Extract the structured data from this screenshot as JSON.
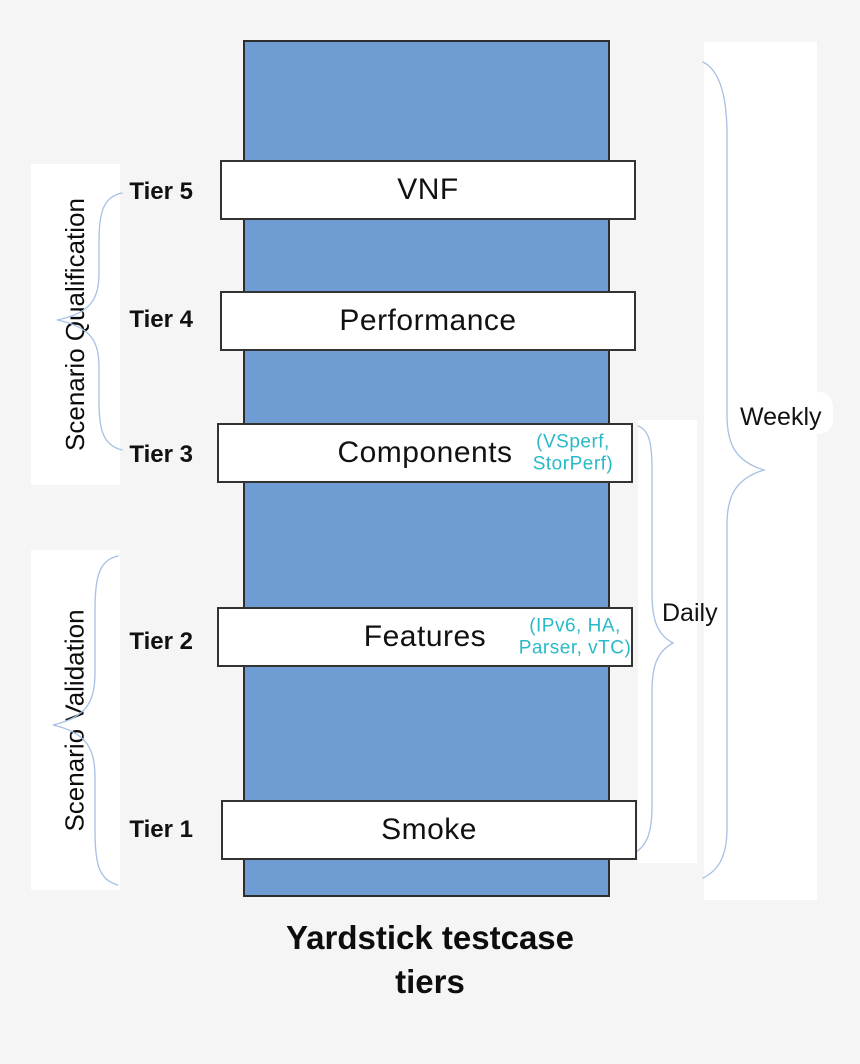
{
  "title": {
    "line1": "Yardstick testcase",
    "line2": "tiers"
  },
  "tiers": [
    {
      "tier": "Tier 5",
      "name": "VNF",
      "annotation": []
    },
    {
      "tier": "Tier 4",
      "name": "Performance",
      "annotation": []
    },
    {
      "tier": "Tier 3",
      "name": "Components",
      "annotation": [
        "(VSperf,",
        "StorPerf)"
      ]
    },
    {
      "tier": "Tier 2",
      "name": "Features",
      "annotation": [
        "(IPv6, HA,",
        "Parser, vTC)"
      ]
    },
    {
      "tier": "Tier 1",
      "name": "Smoke",
      "annotation": []
    }
  ],
  "groups": {
    "qualification": "Scenario Qualification",
    "validation": "Scenario Validation"
  },
  "schedules": {
    "weekly": "Weekly",
    "daily": "Daily"
  },
  "colors": {
    "background": "#f4f5f4",
    "column_fill": "#6f9dd3",
    "column_border": "#2d2d2d",
    "bar_fill": "#ffffff",
    "bar_border": "#333333",
    "annotation_teal": "#29b9c8",
    "brace_blue": "#a6c1e4",
    "text_black": "#111111"
  }
}
